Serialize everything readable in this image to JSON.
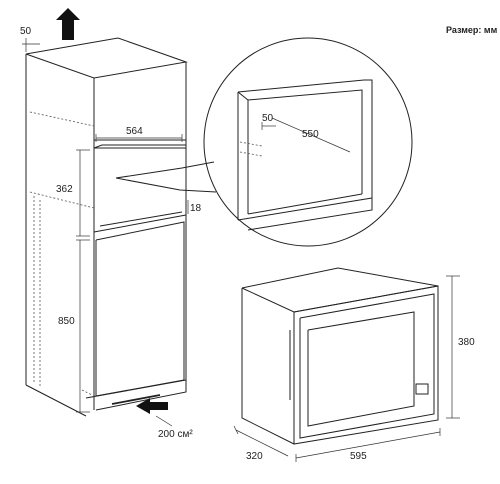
{
  "units_label": "Размер: мм",
  "dimensions": {
    "top_gap": "50",
    "cabinet_width": "564",
    "niche_height": "362",
    "panel_gap": "18",
    "lower_height": "850",
    "vent_area": "200 см²",
    "detail_depth": "50",
    "detail_width": "550",
    "oven_height": "380",
    "oven_depth": "320",
    "oven_width": "595"
  },
  "icons": {
    "airflow": "up-arrow-icon",
    "intake": "right-arrow-icon"
  }
}
